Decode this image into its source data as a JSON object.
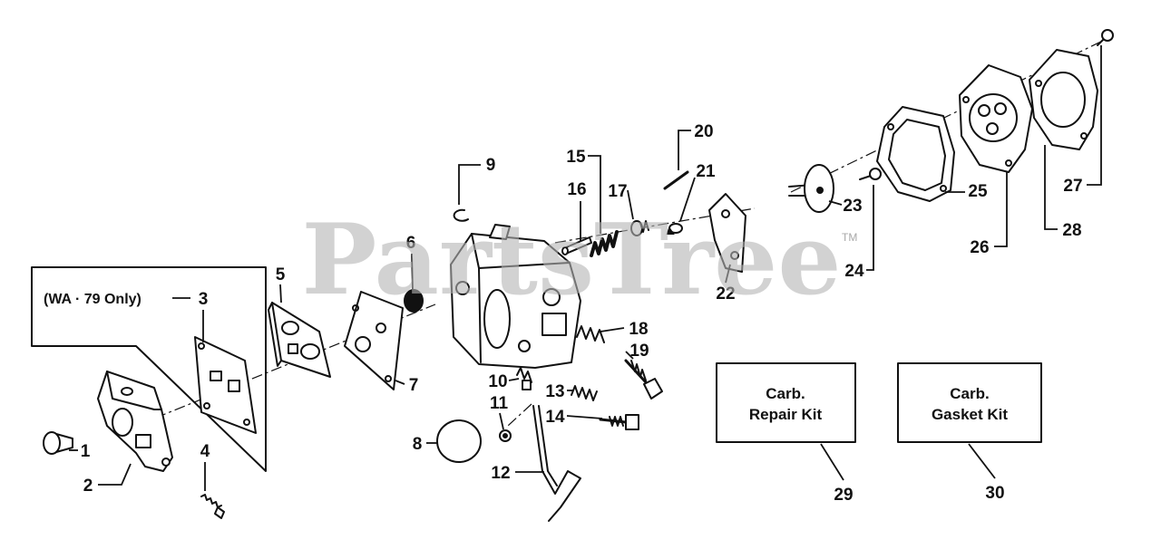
{
  "watermark": {
    "text": "PartsTree",
    "trademark": "TM"
  },
  "note": {
    "text": "(WA · 79 Only)"
  },
  "callouts": [
    "1",
    "2",
    "3",
    "4",
    "5",
    "6",
    "7",
    "8",
    "9",
    "10",
    "11",
    "12",
    "13",
    "14",
    "15",
    "16",
    "17",
    "18",
    "19",
    "20",
    "21",
    "22",
    "23",
    "24",
    "25",
    "26",
    "27",
    "28",
    "29",
    "30"
  ],
  "kits": [
    {
      "line1": "Carb.",
      "line2": "Repair Kit"
    },
    {
      "line1": "Carb.",
      "line2": "Gasket Kit"
    }
  ],
  "colors": {
    "ink": "#111111",
    "watermark": "#b4b4b4",
    "background": "#ffffff"
  }
}
